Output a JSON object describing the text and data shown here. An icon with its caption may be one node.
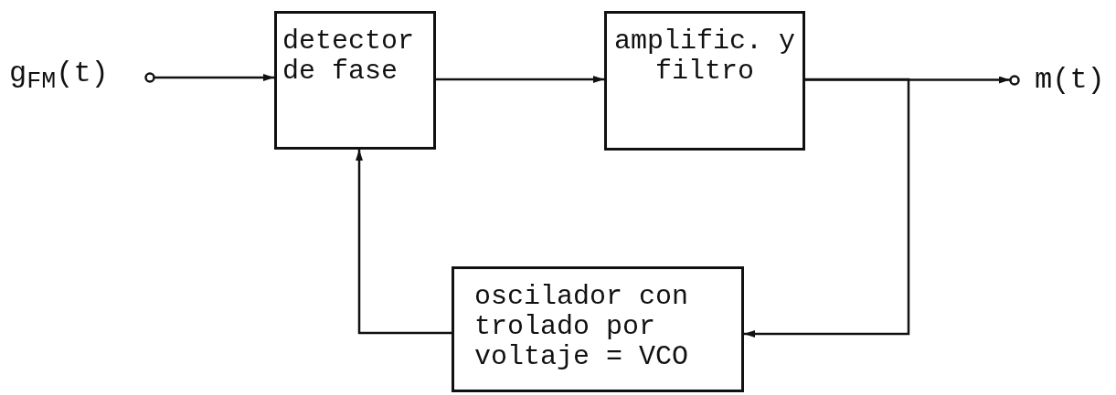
{
  "diagram": {
    "nodes": [
      {
        "text": [
          "g$_{FM}$(t)"
        ]
      },
      {
        "text": [
          "detector de fase"
        ]
      },
      {
        "text": [
          "amplific. y filtro"
        ]
      },
      {
        "text": [
          "m(t)"
        ]
      },
      {
        "text": [
          "oscilador con trolado por voltaje = VCO"
        ]
      }
    ],
    "edges": [
      {
        "from": 0,
        "to": 1,
        "arrow": "to"
      },
      {
        "from": 1,
        "to": 2,
        "arrow": "to"
      },
      {
        "from": 2,
        "to": 3,
        "arrow": "to"
      },
      {
        "from": 2,
        "to": 4,
        "arrow": "to"
      },
      {
        "from": 4,
        "to": 1,
        "arrow": "to"
      }
    ]
  }
}
